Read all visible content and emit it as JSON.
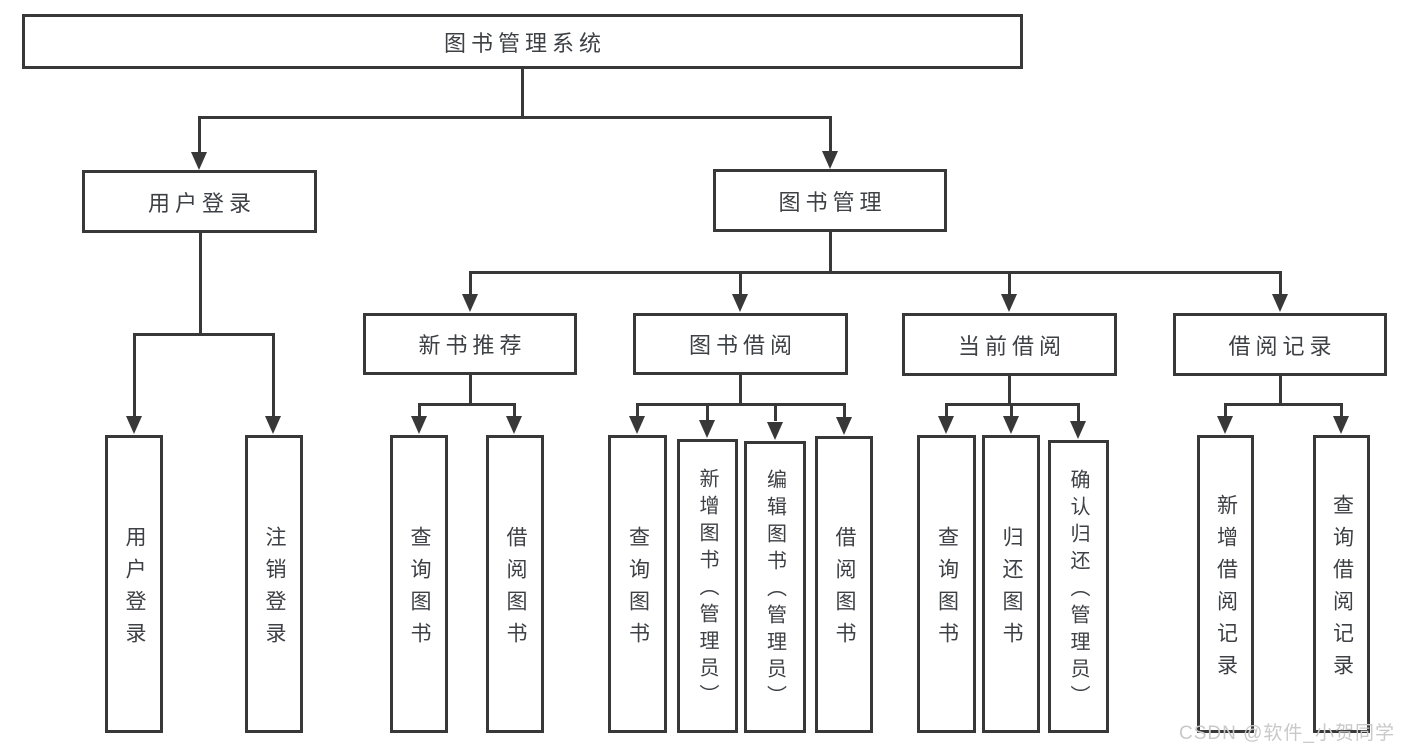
{
  "title": {
    "label": "图书管理系统"
  },
  "level1": {
    "user_login": {
      "label": "用户登录"
    },
    "book_mgmt": {
      "label": "图书管理"
    }
  },
  "level2": {
    "new_books": {
      "label": "新书推荐"
    },
    "borrow": {
      "label": "图书借阅"
    },
    "current": {
      "label": "当前借阅"
    },
    "records": {
      "label": "借阅记录"
    }
  },
  "leaves": {
    "user_login": {
      "label": "用户登录"
    },
    "logout": {
      "label": "注销登录"
    },
    "nb_query": {
      "label": "查询图书"
    },
    "nb_borrow": {
      "label": "借阅图书"
    },
    "bw_query": {
      "label": "查询图书"
    },
    "bw_add": {
      "label": "新增图书（管理员）"
    },
    "bw_edit": {
      "label": "编辑图书（管理员）"
    },
    "bw_borrow": {
      "label": "借阅图书"
    },
    "cur_query": {
      "label": "查询图书"
    },
    "cur_return": {
      "label": "归还图书"
    },
    "cur_confirm": {
      "label": "确认归还（管理员）"
    },
    "rec_add": {
      "label": "新增借阅记录"
    },
    "rec_query": {
      "label": "查询借阅记录"
    }
  },
  "watermark": {
    "text": "CSDN @软件_小贺同学"
  },
  "colors": {
    "line": "#383838",
    "text": "#3d4045",
    "watermark": "#c9c9c9",
    "background": "#ffffff"
  }
}
